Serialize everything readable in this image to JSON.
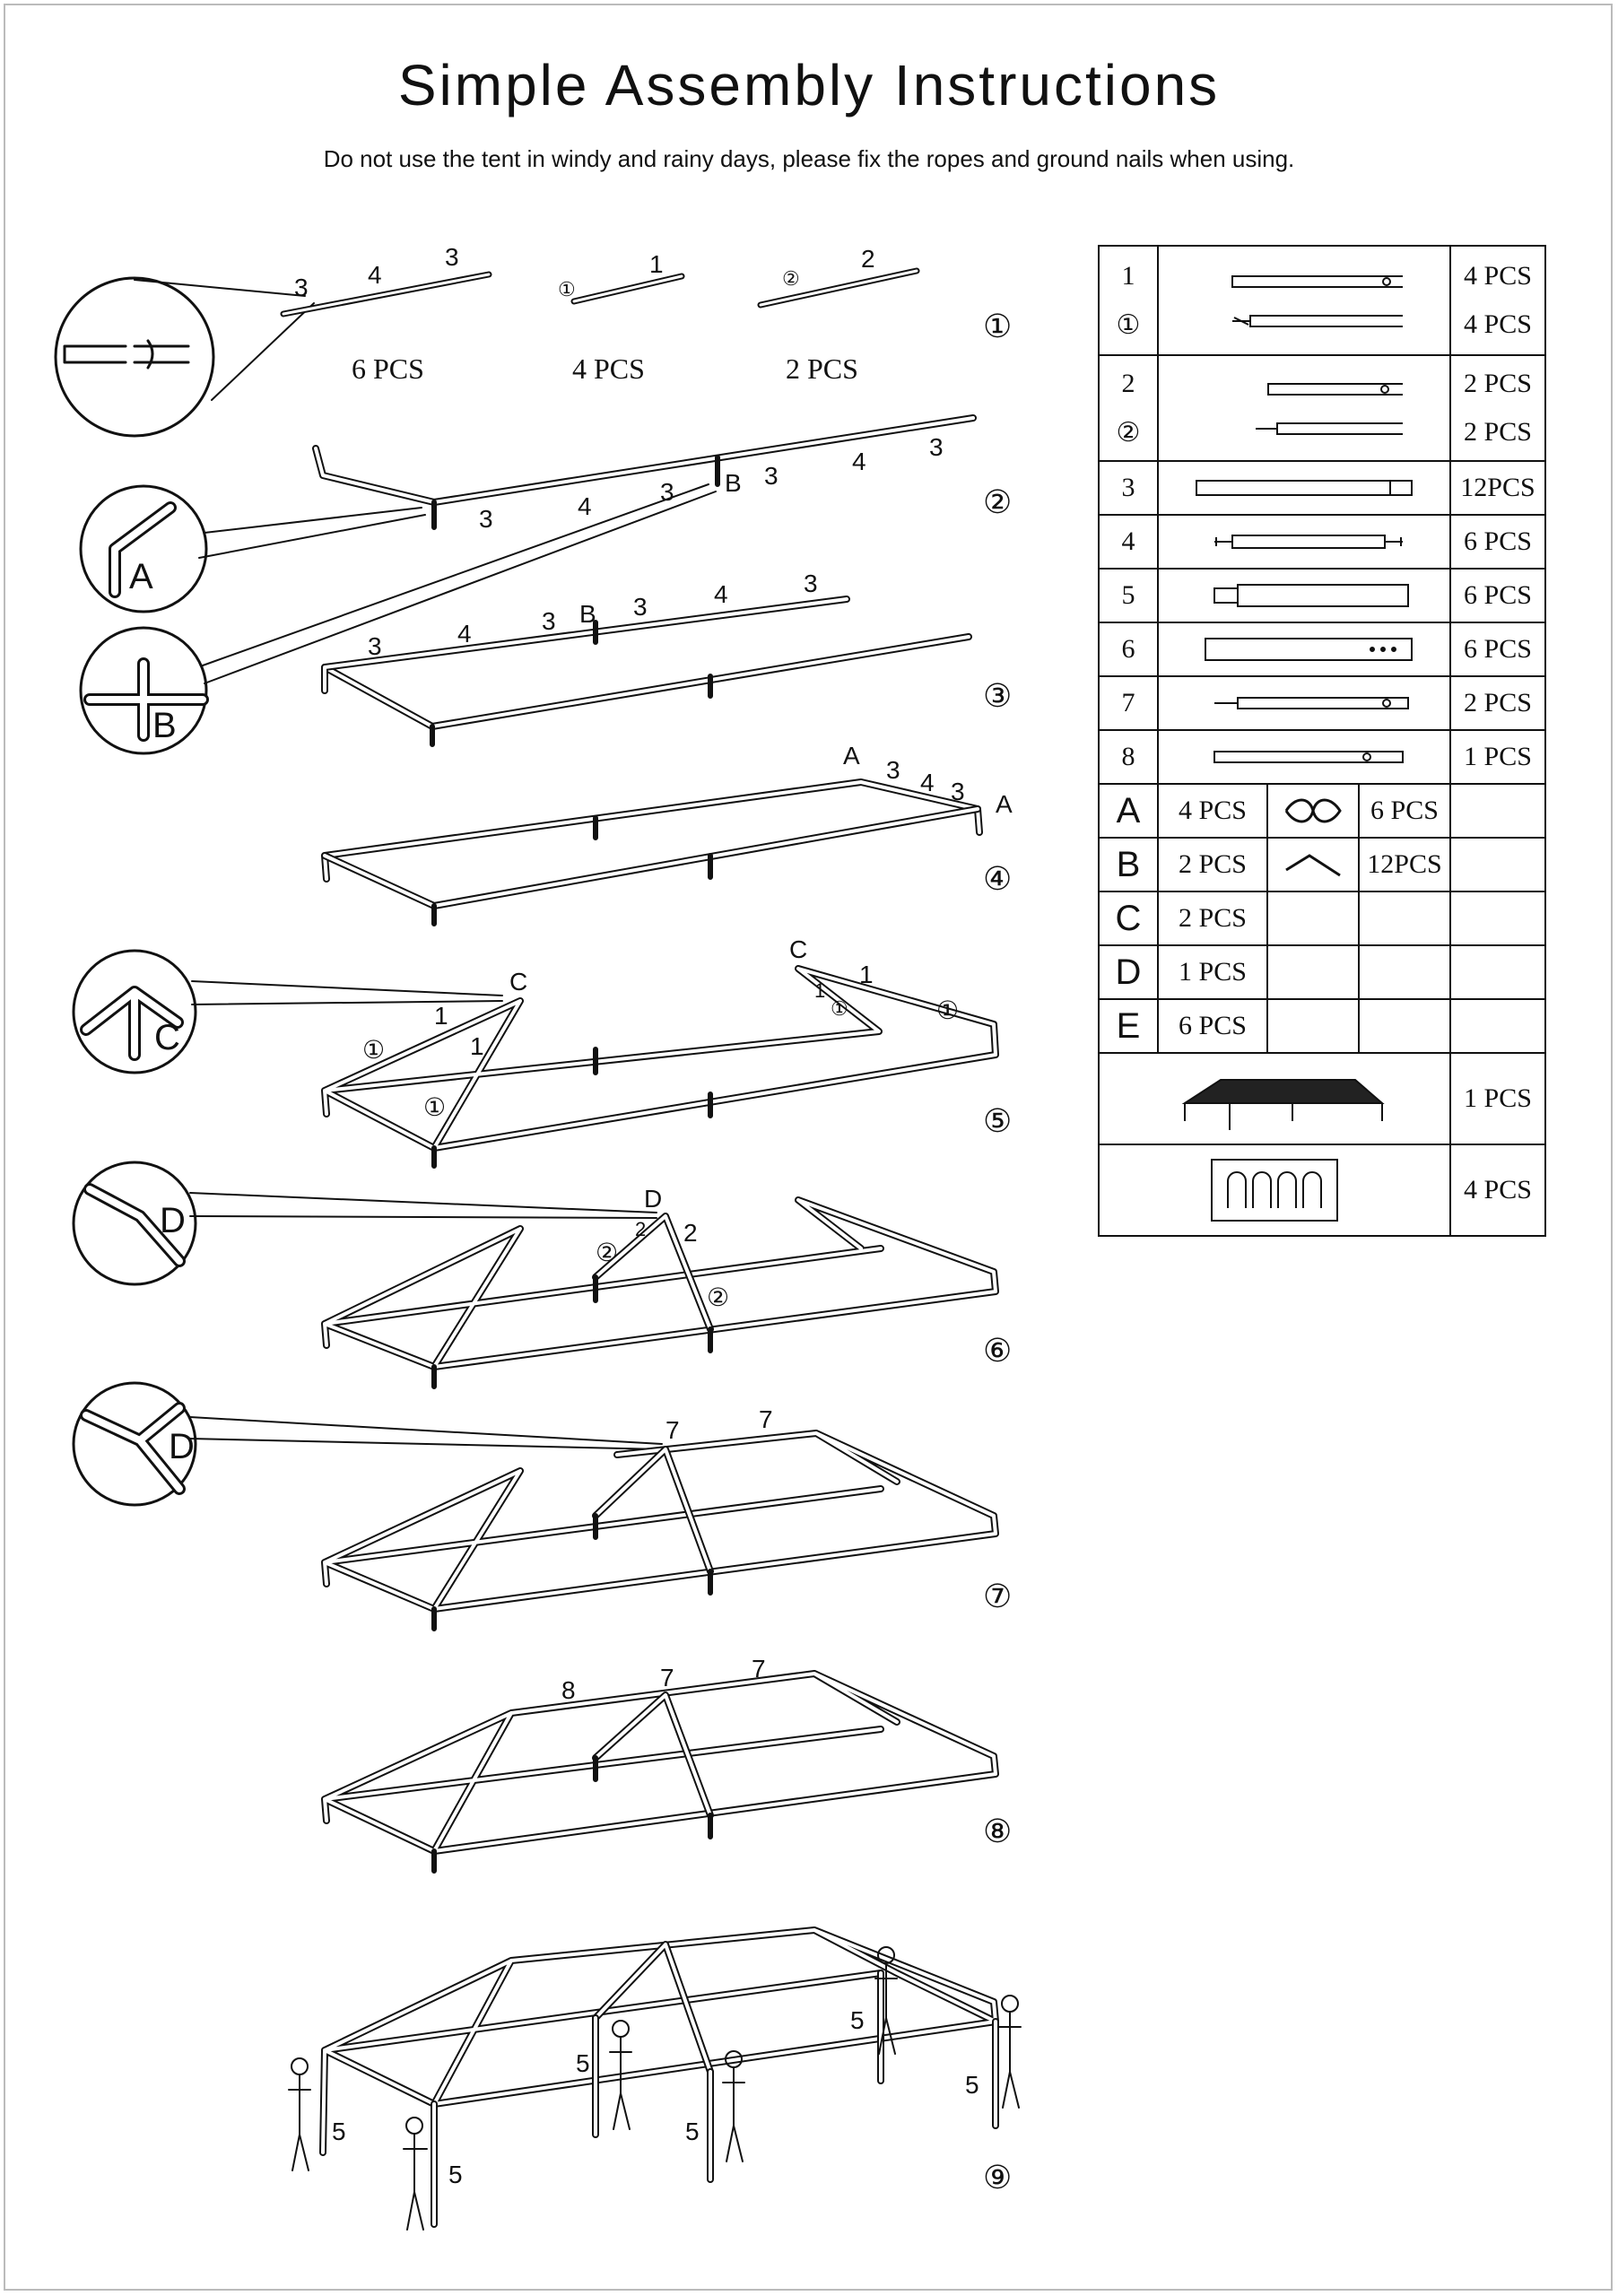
{
  "header": {
    "title": "Simple Assembly Instructions",
    "warning": "Do not use the tent in windy and rainy days, please fix the ropes and ground nails when using."
  },
  "steps": [
    {
      "number": "①",
      "groups": [
        {
          "labels": [
            "3",
            "4",
            "3"
          ],
          "qty": "6 PCS"
        },
        {
          "labels": [
            "①",
            "1"
          ],
          "qty": "4 PCS"
        },
        {
          "labels": [
            "②",
            "2"
          ],
          "qty": "2 PCS"
        }
      ]
    },
    {
      "number": "②",
      "labels": [
        "3",
        "4",
        "3",
        "B",
        "3",
        "4",
        "3"
      ],
      "callouts": [
        "A",
        "B"
      ]
    },
    {
      "number": "③",
      "labels": [
        "3",
        "4",
        "3",
        "B",
        "3",
        "4",
        "3"
      ]
    },
    {
      "number": "④",
      "labels": [
        "A",
        "3",
        "4",
        "3",
        "A"
      ]
    },
    {
      "number": "⑤",
      "labels": [
        "C",
        "1",
        "①",
        "1",
        "①",
        "C",
        "1",
        "1",
        "①",
        "①"
      ],
      "callouts": [
        "C"
      ]
    },
    {
      "number": "⑥",
      "labels": [
        "D",
        "2",
        "②",
        "2",
        "②"
      ],
      "callouts": [
        "D"
      ]
    },
    {
      "number": "⑦",
      "labels": [
        "7",
        "7"
      ],
      "callouts": [
        "D"
      ]
    },
    {
      "number": "⑧",
      "labels": [
        "8",
        "7",
        "7"
      ]
    },
    {
      "number": "⑨",
      "labels": [
        "5",
        "5",
        "5",
        "5",
        "5",
        "5"
      ]
    }
  ],
  "parts_table": {
    "poles": [
      {
        "ids": [
          "1",
          "①"
        ],
        "qtys": [
          "4  PCS",
          "4  PCS"
        ]
      },
      {
        "ids": [
          "2",
          "②"
        ],
        "qtys": [
          "2  PCS",
          "2  PCS"
        ]
      },
      {
        "ids": [
          "3"
        ],
        "qtys": [
          "12PCS"
        ]
      },
      {
        "ids": [
          "4"
        ],
        "qtys": [
          "6  PCS"
        ]
      },
      {
        "ids": [
          "5"
        ],
        "qtys": [
          "6  PCS"
        ]
      },
      {
        "ids": [
          "6"
        ],
        "qtys": [
          "6  PCS"
        ]
      },
      {
        "ids": [
          "7"
        ],
        "qtys": [
          "2  PCS"
        ]
      },
      {
        "ids": [
          "8"
        ],
        "qtys": [
          "1  PCS"
        ]
      }
    ],
    "connectors": [
      {
        "id": "A",
        "qty": "4  PCS",
        "extra_qty": "6  PCS"
      },
      {
        "id": "B",
        "qty": "2  PCS",
        "extra_qty": "12PCS"
      },
      {
        "id": "C",
        "qty": "2  PCS"
      },
      {
        "id": "D",
        "qty": "1  PCS"
      },
      {
        "id": "E",
        "qty": "6  PCS"
      }
    ],
    "canopy_qty": "1  PCS",
    "sidewall_qty": "4  PCS"
  }
}
